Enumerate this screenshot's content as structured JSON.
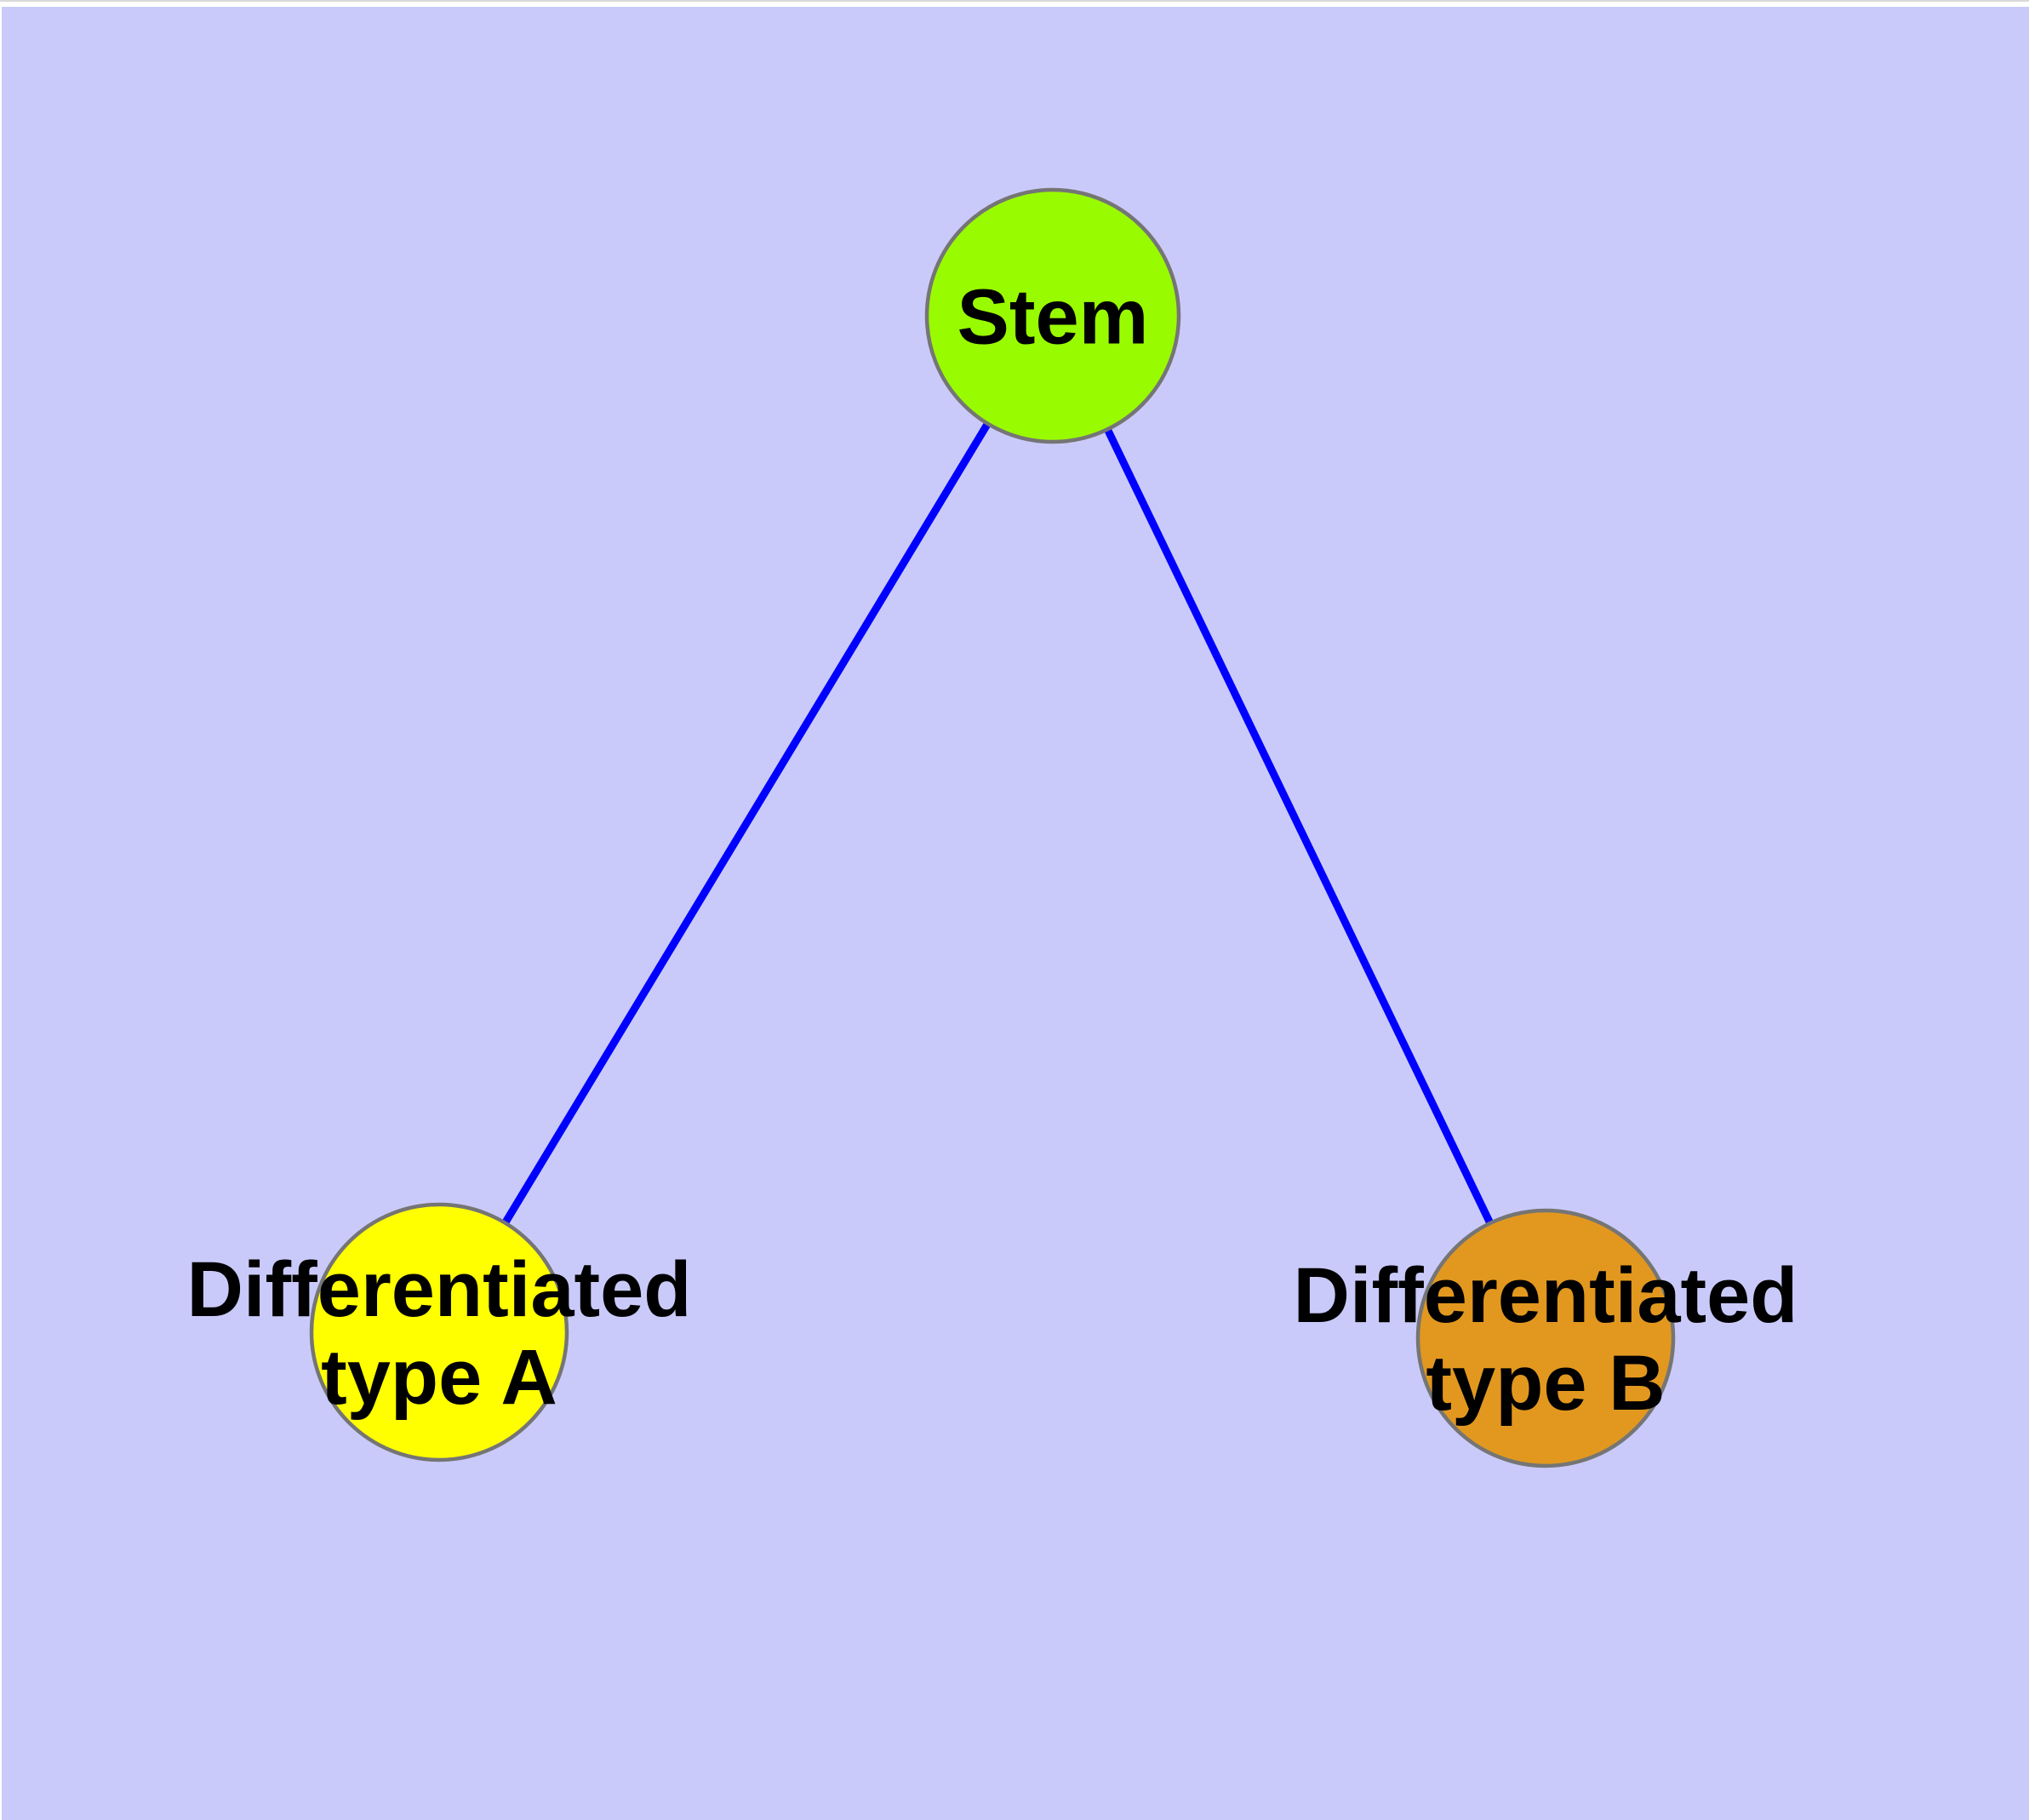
{
  "diagram": {
    "background_color": "#CACAFA",
    "edge_color": "#0000FF",
    "node_border_color": "#757575",
    "text_color": "#000000",
    "nodes": {
      "stem": {
        "label": "Stem",
        "fill": "#99FB00"
      },
      "type_a": {
        "label": "Differentiated\ntype A",
        "fill": "#FFFF00"
      },
      "type_b": {
        "label": "Differentiated\ntype B",
        "fill": "#E2981F"
      }
    },
    "edges": [
      {
        "from": "Stem",
        "to": "Differentiated type A"
      },
      {
        "from": "Stem",
        "to": "Differentiated type B"
      }
    ]
  }
}
